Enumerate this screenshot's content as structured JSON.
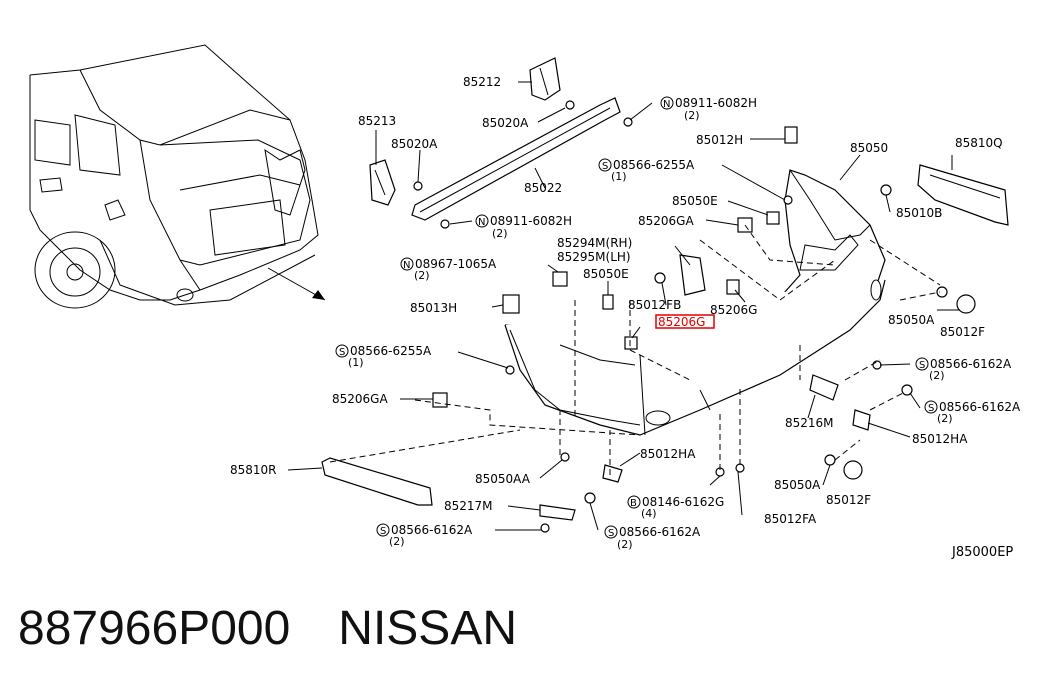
{
  "diagram": {
    "reference_code": "J85000EP",
    "highlight_color": "#e00000",
    "highlighted_part": "85206G",
    "labels": {
      "85212": "85212",
      "08911_6082H_top": "08911-6082H",
      "08911_6082H_top_qty": "(2)",
      "85020A_top": "85020A",
      "85213": "85213",
      "85020A_left": "85020A",
      "85022": "85022",
      "08911_6082H_mid": "08911-6082H",
      "08911_6082H_mid_qty": "(2)",
      "85012H": "85012H",
      "85050": "85050",
      "85810Q": "85810Q",
      "08566_6255A_top": "08566-6255A",
      "08566_6255A_top_qty": "(1)",
      "85050E_top": "85050E",
      "85206GA_top": "85206GA",
      "85010B": "85010B",
      "85294M": "85294M(RH)",
      "85295M": "85295M(LH)",
      "08967_1065A": "08967-1065A",
      "08967_1065A_qty": "(2)",
      "85050E_mid": "85050E",
      "85013H": "85013H",
      "85012FB": "85012FB",
      "85206G_right": "85206G",
      "85206G_highlight": "85206G",
      "85050A_right": "85050A",
      "85012F_right": "85012F",
      "08566_6255A_left": "08566-6255A",
      "08566_6255A_left_qty": "(1)",
      "08566_6162A_r1": "08566-6162A",
      "08566_6162A_r1_qty": "(2)",
      "85206GA_left": "85206GA",
      "08566_6162A_r2": "08566-6162A",
      "08566_6162A_r2_qty": "(2)",
      "85216M": "85216M",
      "85012HA_right": "85012HA",
      "85810R": "85810R",
      "85050AA": "85050AA",
      "85012HA_mid": "85012HA",
      "85050A_bottom": "85050A",
      "85012F_bottom": "85012F",
      "85217M": "85217M",
      "08146_6162G": "08146-6162G",
      "08146_6162G_qty": "(4)",
      "85012FA": "85012FA",
      "08566_6162A_bl": "08566-6162A",
      "08566_6162A_bl_qty": "(2)",
      "08566_6162A_bm": "08566-6162A",
      "08566_6162A_bm_qty": "(2)"
    }
  },
  "caption": {
    "part_number": "887966P000",
    "brand": "NISSAN"
  }
}
